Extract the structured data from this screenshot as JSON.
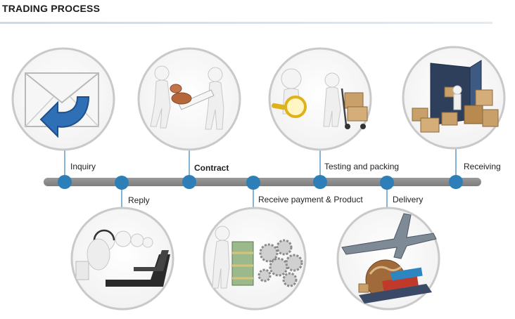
{
  "header": {
    "title": "TRADING PROCESS"
  },
  "steps": [
    {
      "label": "Inquiry",
      "icon": "envelope-reply-icon"
    },
    {
      "label": "Reply",
      "icon": "customer-service-icon"
    },
    {
      "label": "Contract",
      "icon": "contract-signing-icon"
    },
    {
      "label": "Receive payment & Product",
      "icon": "payment-production-icon"
    },
    {
      "label": "Testing and packing",
      "icon": "inspection-packing-icon"
    },
    {
      "label": "Delivery",
      "icon": "delivery-shipping-icon"
    },
    {
      "label": "Receiving",
      "icon": "warehouse-receiving-icon"
    }
  ],
  "colors": {
    "line": "#8c8c8c",
    "node": "#2e7fb8",
    "ring": "#c9c9c9",
    "accent": "#1f5fa8"
  }
}
